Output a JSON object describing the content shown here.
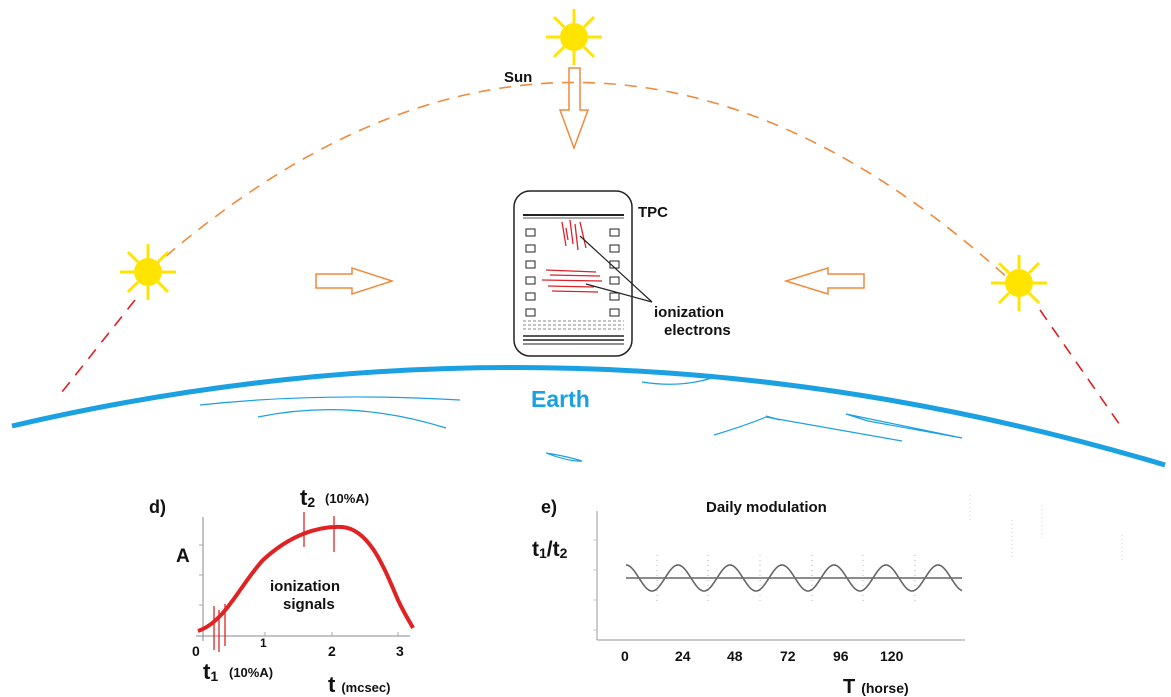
{
  "top": {
    "sun_label": "Sun",
    "tpc_label": "TPC",
    "ionization_label_line1": "ionization",
    "ionization_label_line2": "electrons",
    "earth_label": "Earth",
    "colors": {
      "sun": "#ffe400",
      "sun_path": "#f08a3c",
      "sun_path_red": "#e02020",
      "arrow": "#f08a3c",
      "earth": "#1ba0e2",
      "track": "#e0202a"
    }
  },
  "panel_d": {
    "letter": "d)",
    "amplitude_label": "A",
    "t2_main": "t",
    "t2_sub": "2",
    "t2_note": "(10%A)",
    "t1_main": "t",
    "t1_sub": "1",
    "t1_note": "(10%A)",
    "signals_line1": "ionization",
    "signals_line2": "signals",
    "x_label_main": "t",
    "x_label_unit": "(mcsec)",
    "x_ticks": [
      "0",
      "1",
      "2",
      "3"
    ]
  },
  "panel_e": {
    "letter": "e)",
    "title": "Daily modulation",
    "y_label_main": "t",
    "y_label_sub1": "1",
    "y_label_slash": "/t",
    "y_label_sub2": "2",
    "x_label_main": "T",
    "x_label_unit": "(horse)",
    "x_ticks": [
      "0",
      "24",
      "48",
      "72",
      "96",
      "120"
    ]
  }
}
